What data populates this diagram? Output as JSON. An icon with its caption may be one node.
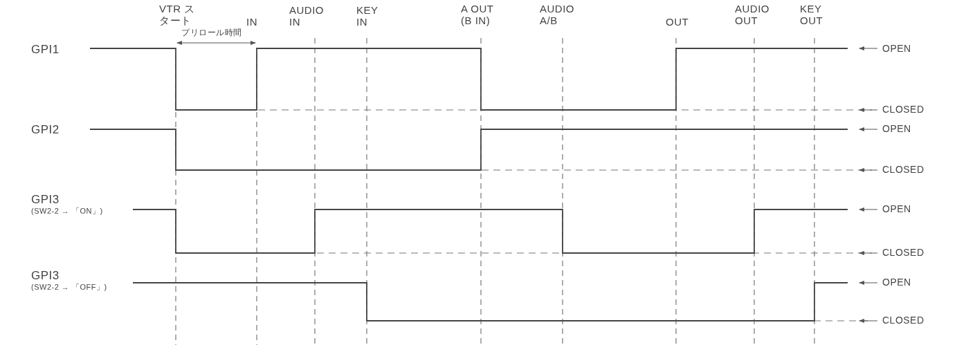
{
  "diagram": {
    "labels": [
      "VTR スタート",
      "IN",
      "AUDIO IN",
      "KEY IN",
      "A OUT (B IN)",
      "AUDIO A/B",
      "OUT",
      "AUDIO OUT",
      "KEY OUT",
      "プリロール時間",
      "GPI1",
      "OPEN",
      "CLOSED",
      "GPI2",
      "OPEN",
      "CLOSED",
      "GPI3",
      "(SW2-2 → 「ON」)",
      "OPEN",
      "CLOSED",
      "GPI3",
      "(SW2-2 → 「OFF」)",
      "OPEN",
      "CLOSED"
    ]
  }
}
